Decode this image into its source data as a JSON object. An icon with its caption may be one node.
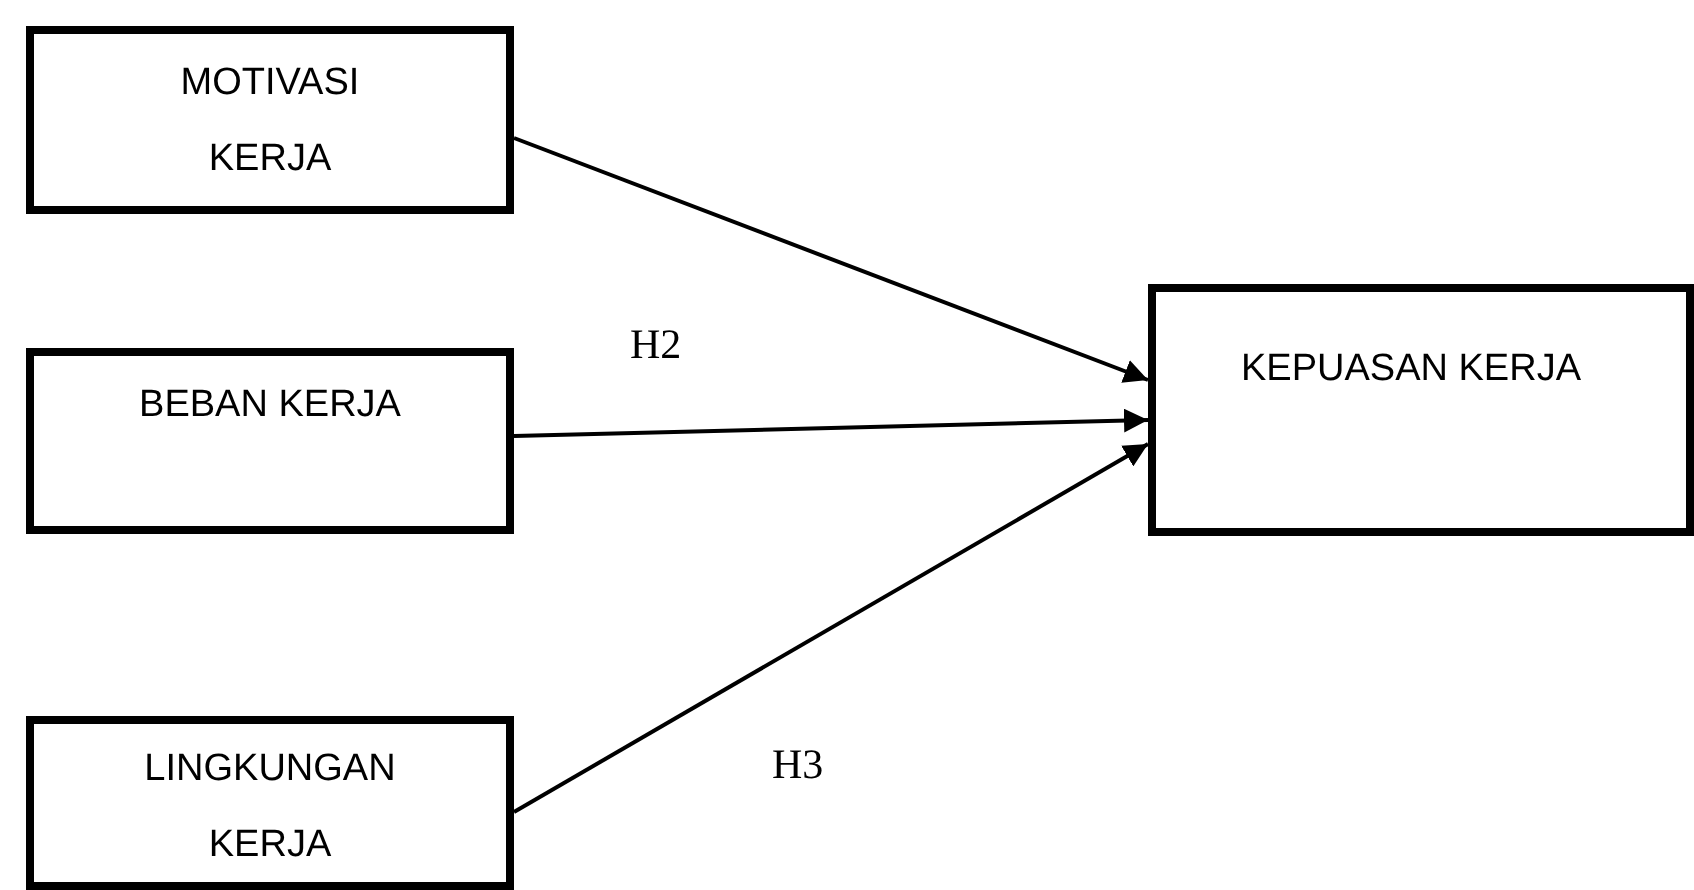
{
  "diagram": {
    "nodes": [
      {
        "text": [
          "MOTIVASI KERJA"
        ]
      },
      {
        "text": [
          "BEBAN KERJA"
        ]
      },
      {
        "text": [
          "LINGKUNGAN KERJA"
        ]
      },
      {
        "text": [
          "KEPUASAN KERJA"
        ]
      }
    ],
    "edges": [
      {
        "from": 0,
        "to": 3,
        "arrow": "to"
      },
      {
        "from": 1,
        "to": 3,
        "arrow": "to"
      },
      {
        "from": 2,
        "to": 3,
        "arrow": "to"
      }
    ],
    "labels": [
      "H2",
      "H3"
    ]
  }
}
